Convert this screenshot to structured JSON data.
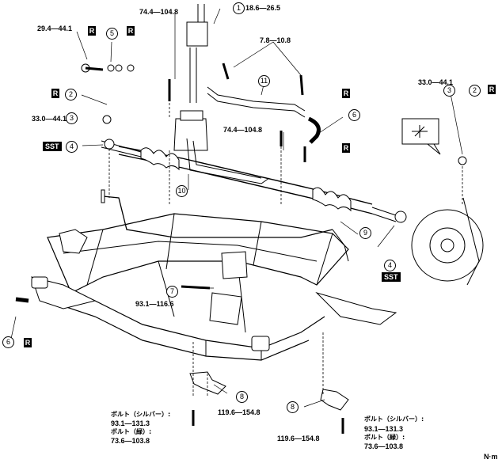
{
  "torques": {
    "t_top_bolt": "18.6—26.5",
    "t_rack_bolt_top": "74.4—104.8",
    "t_left_bolt": "29.4—44.1",
    "t_pipe_bolt": "7.8—10.8",
    "t_right_nut": "33.0—44.1",
    "t_left_nut": "33.0—44.1",
    "t_mid_bolt": "74.4—104.8",
    "t_mount_bolt": "93.1—116.6",
    "t_bottom_left": "119.6—154.8",
    "t_bottom_right": "119.6—154.8",
    "bl_silver_label": "ボルト（シルバー）:",
    "bl_silver_value": "93.1—131.3",
    "bl_green_label": "ボルト（緑）:",
    "bl_green_value": "73.6—103.8",
    "br_silver_label": "ボルト（シルバー）:",
    "br_silver_value": "93.1—131.3",
    "br_green_label": "ボルト（緑）:",
    "br_green_value": "73.6—103.8"
  },
  "callouts": {
    "c1": "1",
    "c2_left": "2",
    "c2_right": "2",
    "c3_left": "3",
    "c3_right": "3",
    "c4_left": "4",
    "c4_right": "4",
    "c5": "5",
    "c6_top": "6",
    "c6_left": "6",
    "c7": "7",
    "c8_left": "8",
    "c8_right": "8",
    "c9": "9",
    "c10": "10",
    "c11": "11"
  },
  "tags": {
    "r": "R",
    "sst": "SST"
  },
  "unit": "N·m"
}
